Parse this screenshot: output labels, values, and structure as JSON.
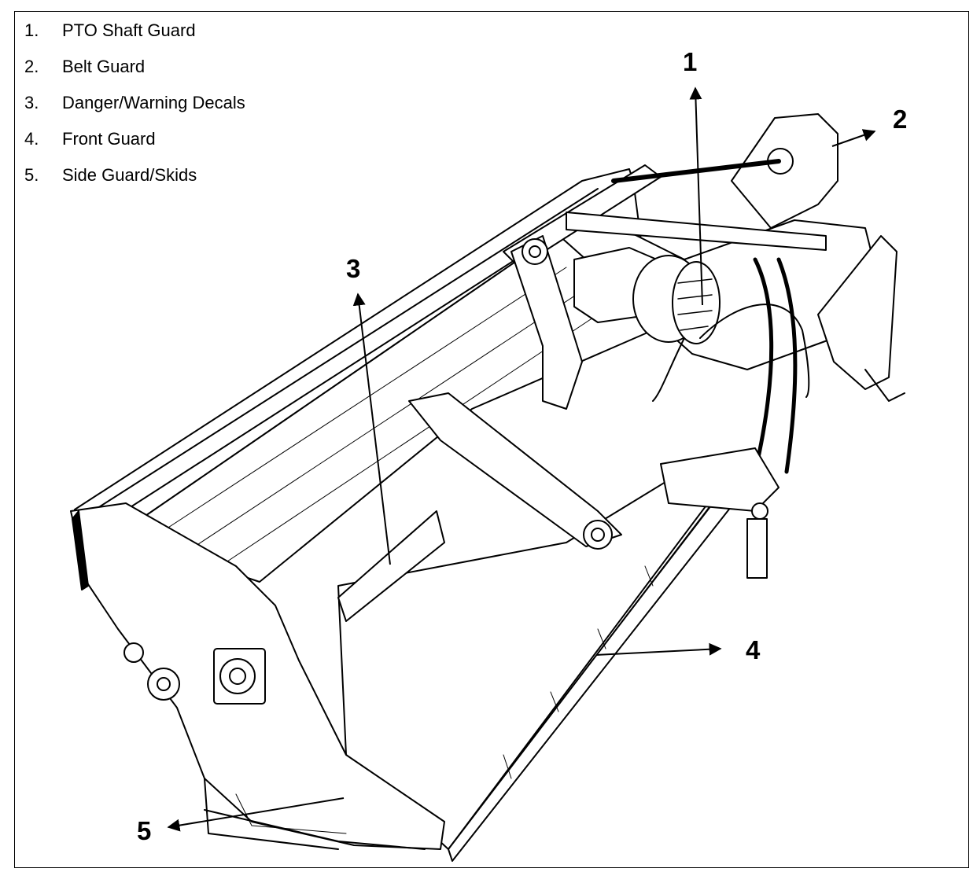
{
  "legend": [
    {
      "number": "1.",
      "label": "PTO Shaft Guard"
    },
    {
      "number": "2.",
      "label": "Belt Guard"
    },
    {
      "number": "3.",
      "label": "Danger/Warning Decals"
    },
    {
      "number": "4.",
      "label": "Front Guard"
    },
    {
      "number": "5.",
      "label": "Side Guard/Skids"
    }
  ],
  "callouts": {
    "c1": "1",
    "c2": "2",
    "c3": "3",
    "c4": "4",
    "c5": "5"
  }
}
